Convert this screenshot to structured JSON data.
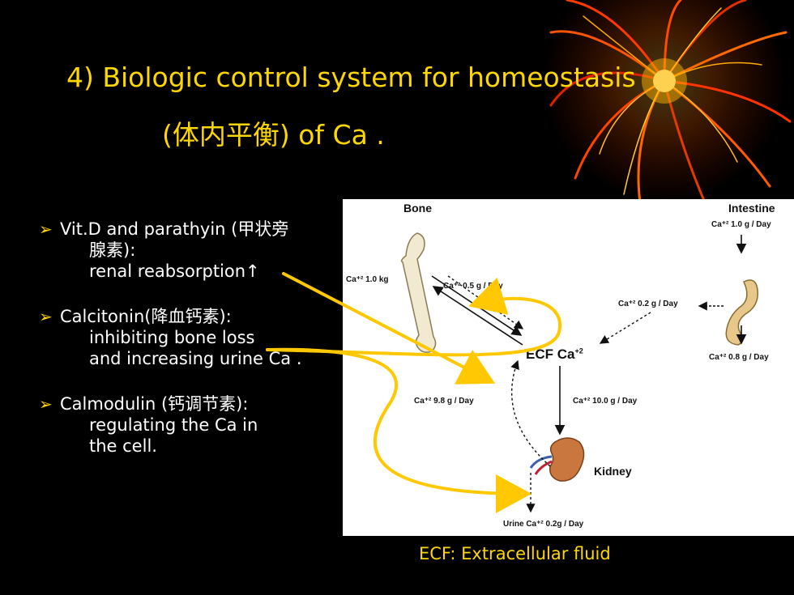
{
  "slide": {
    "title_line1": "4)  Biologic  control system  for homeostasis",
    "title_line2": "(体内平衡) of Ca ."
  },
  "bullets": [
    {
      "marker": "➢",
      "lines": [
        "Vit.D and parathyin (甲状旁",
        "腺素):",
        "renal reabsorption↑"
      ]
    },
    {
      "marker": "➢",
      "lines": [
        "Calcitonin(降血钙素):",
        "inhibiting bone loss",
        "and increasing urine Ca ."
      ]
    },
    {
      "marker": "➢",
      "lines": [
        "Calmodulin (钙调节素):",
        "regulating the Ca in",
        "the cell."
      ]
    }
  ],
  "diagram": {
    "bone_title": "Bone",
    "intestine_title": "Intestine",
    "bone_store": "Ca⁺² 1.0 kg",
    "bone_flux": "Ca⁺² 0.5 g / Day",
    "intestine_intake": "Ca⁺² 1.0 g / Day",
    "intestine_absorb": "Ca⁺² 0.2 g / Day",
    "intestine_fecal": "Ca⁺² 0.8 g / Day",
    "ecf_label": "ECF Ca",
    "ecf_superscript": "+2",
    "kidney_reabsorb": "Ca⁺² 9.8 g / Day",
    "kidney_filter": "Ca⁺² 10.0 g / Day",
    "kidney_title": "Kidney",
    "urine": "Urine Ca⁺² 0.2g / Day"
  },
  "caption": "ECF: Extracellular fluid",
  "colors": {
    "title": "#ffd700",
    "arrow": "#ffc800",
    "background": "#000000"
  }
}
